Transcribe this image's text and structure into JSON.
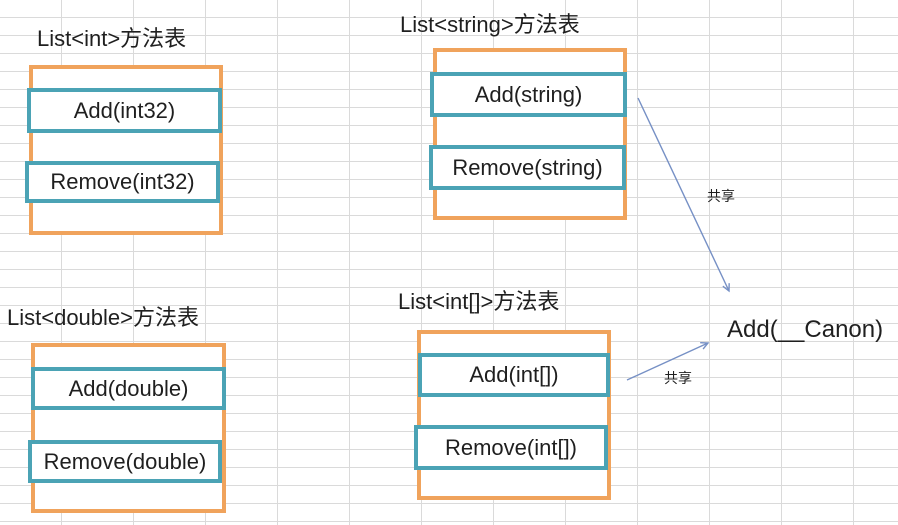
{
  "colors": {
    "table_border": "#f0a35c",
    "method_border": "#4ba3b5",
    "arrow": "#7690c5",
    "grid_line": "#dadada",
    "text": "#1f1f1f"
  },
  "tables": [
    {
      "id": "int",
      "title": "List<int>方法表",
      "methods": [
        "Add(int32)",
        "Remove(int32)"
      ]
    },
    {
      "id": "string",
      "title": "List<string>方法表",
      "methods": [
        "Add(string)",
        "Remove(string)"
      ]
    },
    {
      "id": "double",
      "title": "List<double>方法表",
      "methods": [
        "Add(double)",
        "Remove(double)"
      ]
    },
    {
      "id": "int-array",
      "title": "List<int[]>方法表",
      "methods": [
        "Add(int[])",
        "Remove(int[])"
      ]
    }
  ],
  "shared": {
    "canonical_method": "Add(__Canon)",
    "arrow_label_top": "共享",
    "arrow_label_bottom": "共享"
  }
}
